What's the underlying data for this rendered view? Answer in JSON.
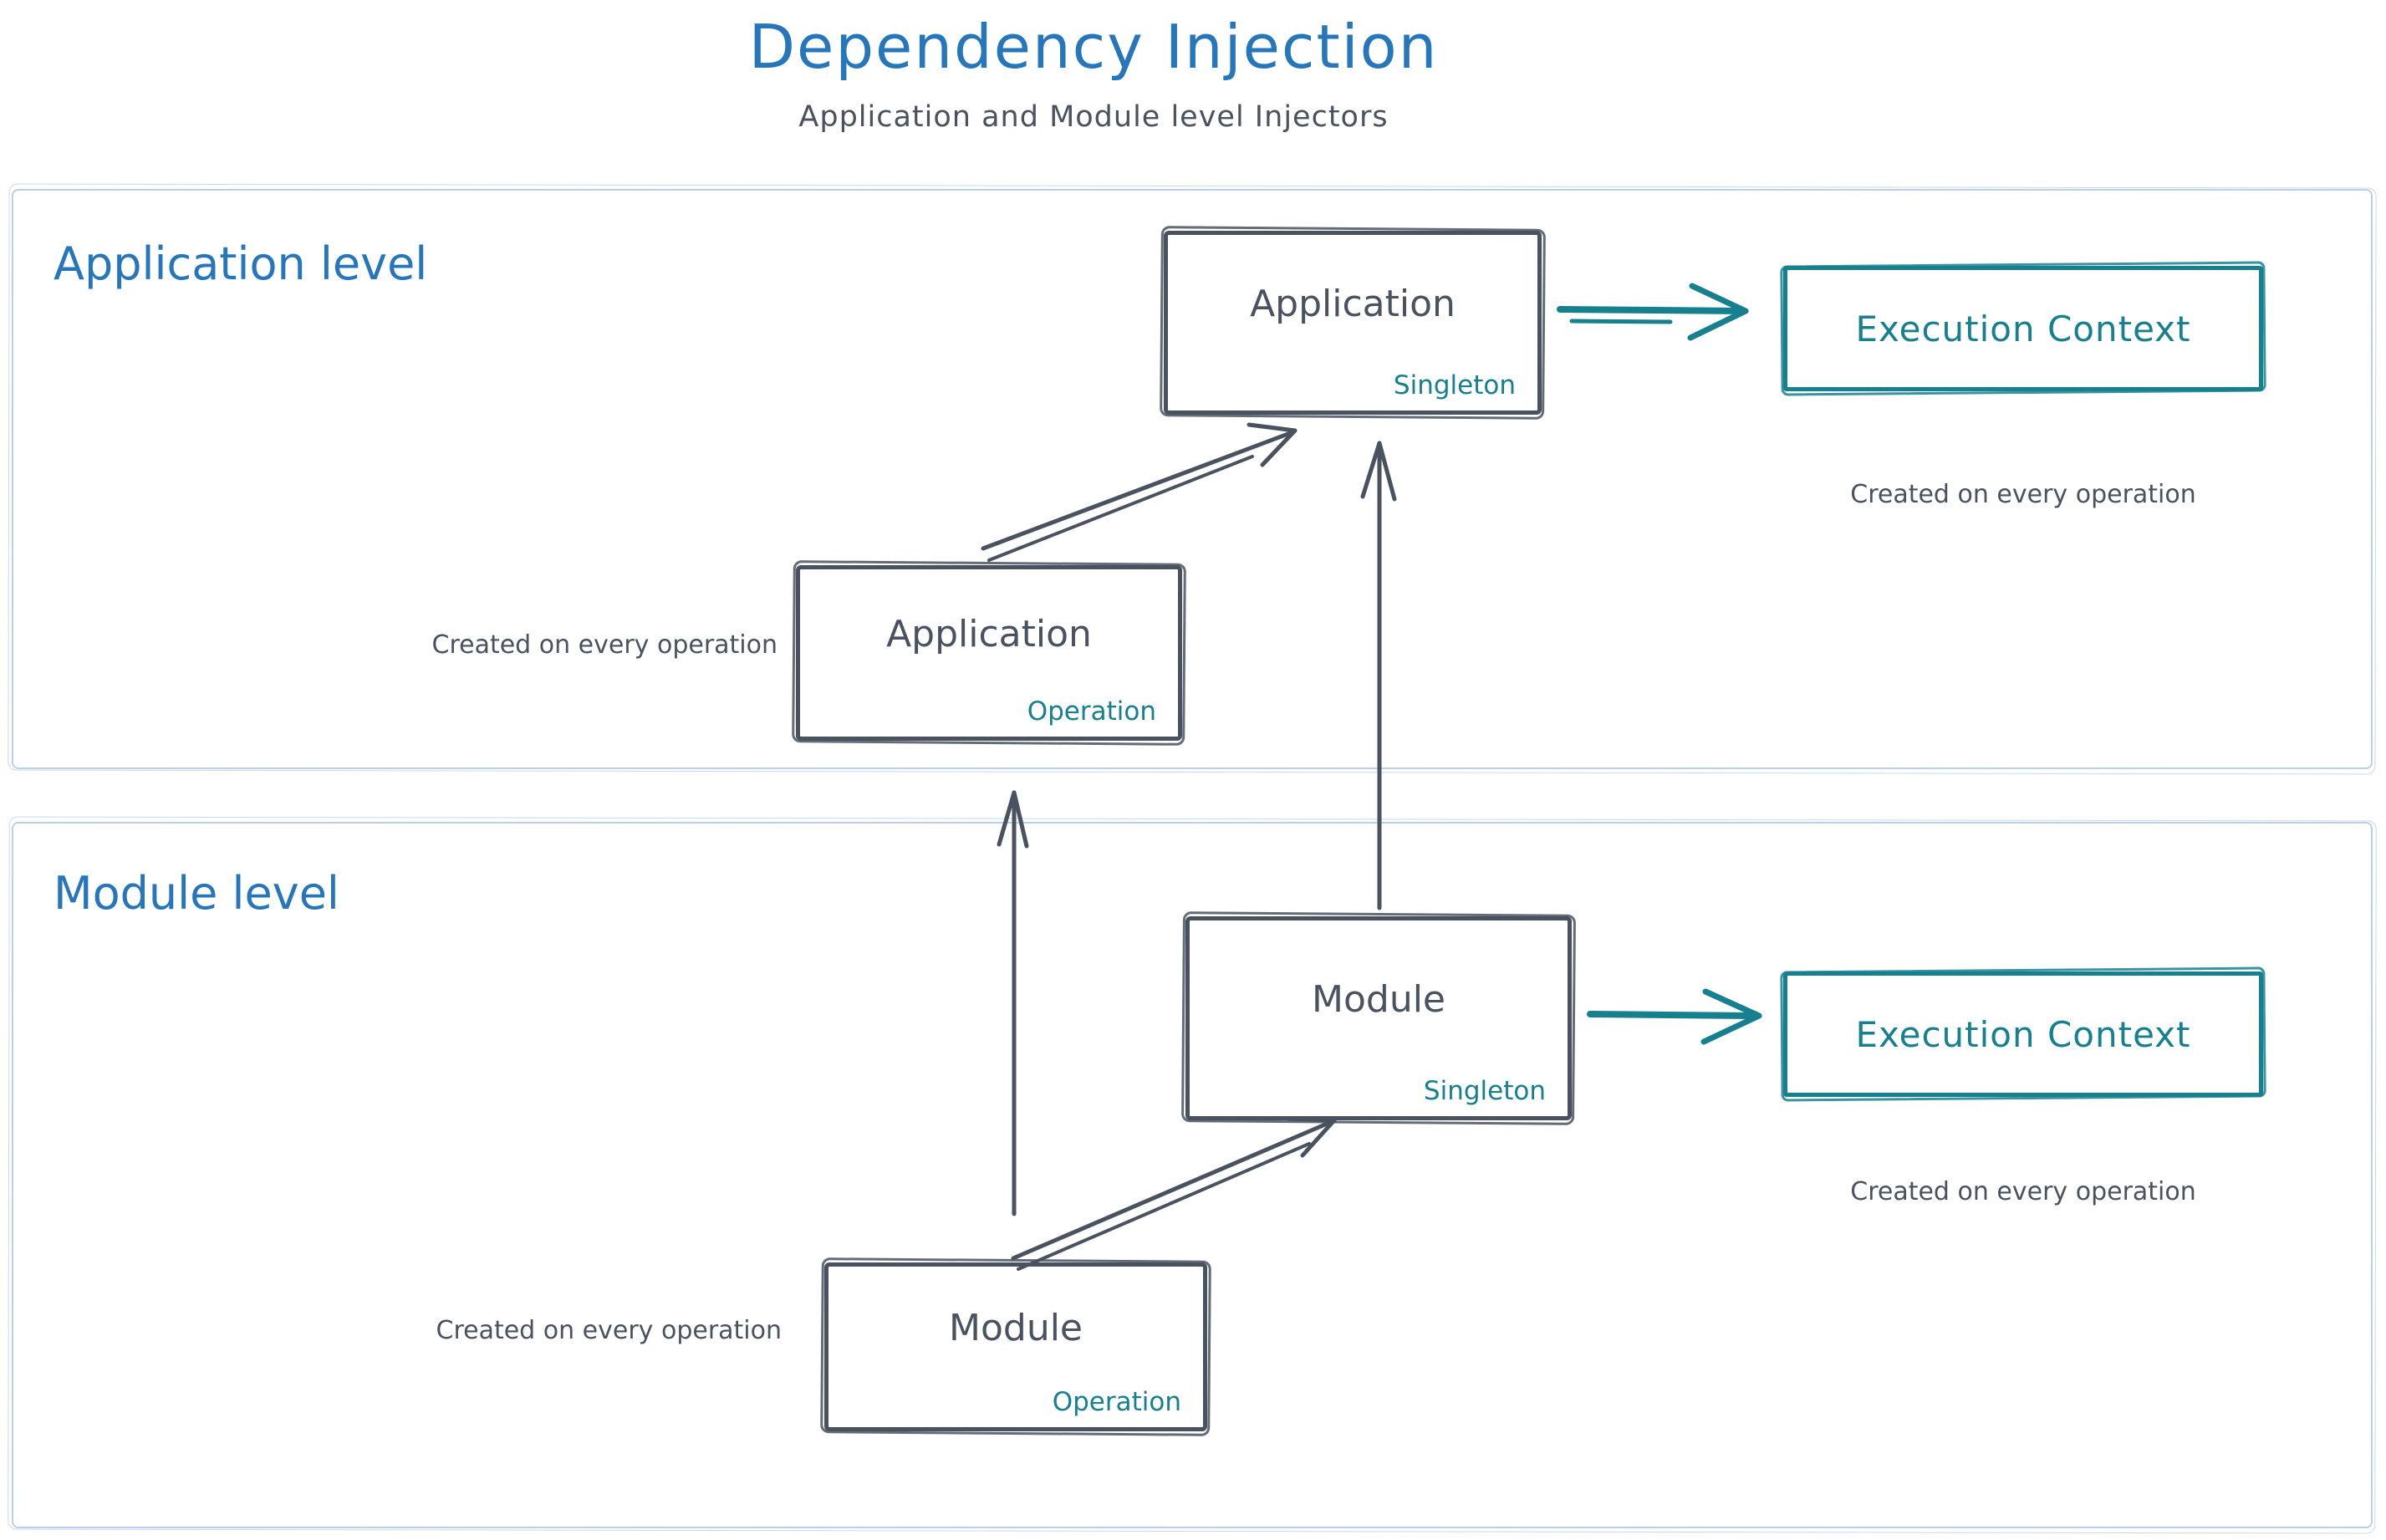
{
  "title": "Dependency Injection",
  "subtitle": "Application and Module level Injectors",
  "colors": {
    "ink": "#49525e",
    "blue": "#2576bb",
    "teal": "#17808f",
    "frame": "#bad0e8"
  },
  "sections": {
    "application": {
      "label": "Application level",
      "singleton_box": {
        "title": "Application",
        "tag": "Singleton"
      },
      "operation_box": {
        "title": "Application",
        "tag": "Operation"
      },
      "operation_caption": "Created on every operation",
      "execution_box": {
        "title": "Execution Context"
      },
      "execution_caption": "Created on every operation"
    },
    "module": {
      "label": "Module level",
      "singleton_box": {
        "title": "Module",
        "tag": "Singleton"
      },
      "operation_box": {
        "title": "Module",
        "tag": "Operation"
      },
      "operation_caption": "Created on every operation",
      "execution_box": {
        "title": "Execution Context"
      },
      "execution_caption": "Created on every operation"
    }
  }
}
